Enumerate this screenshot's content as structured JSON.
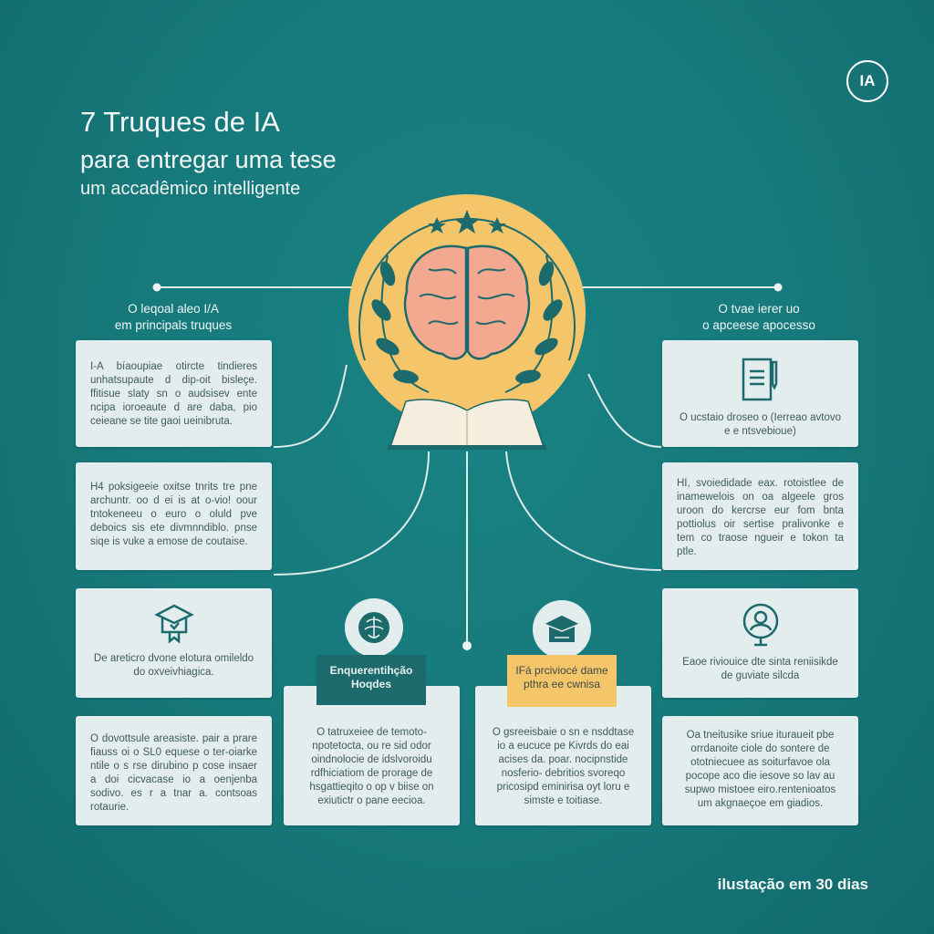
{
  "colors": {
    "background": "#16787a",
    "card": "#e4edee",
    "accent_yellow": "#f5c56a",
    "dark_teal": "#1c6a6c",
    "brain": "#f2a98f"
  },
  "logo": {
    "text": "IA"
  },
  "header": {
    "title": "7 Truques de IA",
    "subtitle": "para entregar uma tese",
    "tagline": "um accadêmico intelligente"
  },
  "emblem": {
    "icons": [
      "star-icon",
      "brain-icon",
      "laurel-icon",
      "open-book-icon"
    ]
  },
  "left_column": {
    "heading": [
      "O leqoal aleo I/A",
      "em principals truques"
    ],
    "cards": [
      {
        "text": "I-A bíaoupiae otircte tindieres unhatsupaute d dip-oit bisleçe. ffitisue slaty sn o audsisev ente ncipa ioroeaute d are daba, pio ceieane se tite gaoi ueinibruta."
      },
      {
        "text": "H4 poksigeeie oxitse tnrits tre pne archuntr. oo d ei is at o-vio! oour tntokeneeu o euro o oluld pve deboics sis ete divmnndiblo. pnse siqe is vuke a emose de coutaise."
      },
      {
        "icon": "graduation-cap-icon",
        "text": "De areticro dvone elotura omileldo do oxveivhiagica."
      },
      {
        "text": "O dovottsule areasiste. pair a prare fiauss oi o SL0 equese o ter-oiarke ntile o s rse dirubino p cose insaer a doi cicvacase io a oenjenba sodivo. es r a tnar a. contsoas rotaurie."
      }
    ]
  },
  "right_column": {
    "heading": [
      "O tvae ierer uo",
      "o apceese apocesso"
    ],
    "cards": [
      {
        "icon": "document-pen-icon",
        "text": "O ucstaio droseo o (Ierreao avtovo e e ntsvebioue)"
      },
      {
        "text": "HI, svoiedidade eax. rotoistlee de inamewelois on oa algeele gros uroon do kercrse eur fom bnta pottiolus oir sertise pralivonke e tem co traose ngueir e tokon ta ptle."
      },
      {
        "icon": "user-profile-icon",
        "text": "Eaoe riviouice dte sinta reniisikde de guviate silcda"
      },
      {
        "text": "Oa tneitusike sriue ituraueit pbe orrdanoite ciole do sontere de ototniecuee as soiturfavoe ola pocope aco die iesove so lav au supwo mistoee eiro.rentenioatos um akgnaeçoe em giadios."
      }
    ]
  },
  "middle": [
    {
      "icon": "brain-network-icon",
      "label": "Enquerentihção Hoqdes",
      "label_style": "dark",
      "text": "O tatruxeiee de temoto- npotetocta, ou re sid odor oindnolocie de idslvoroidu rdfhiciatiom de prorage de hsgattieqito o op v biise on exiutictr o pane eecioa."
    },
    {
      "icon": "graduation-cap-icon",
      "label": "IFá prciviocé dame pthra ee cwnisa",
      "label_style": "yellow",
      "text": "O gsreeisbaie o sn e nsddtase io a eucuce pe Kivrds do eai acises da. poar. nocipnstide nosferio- debritios svoreqo pricosipd eminirisa oyt loru e simste e toitiase."
    }
  ],
  "footer": {
    "text": "ilustação em 30 dias"
  }
}
